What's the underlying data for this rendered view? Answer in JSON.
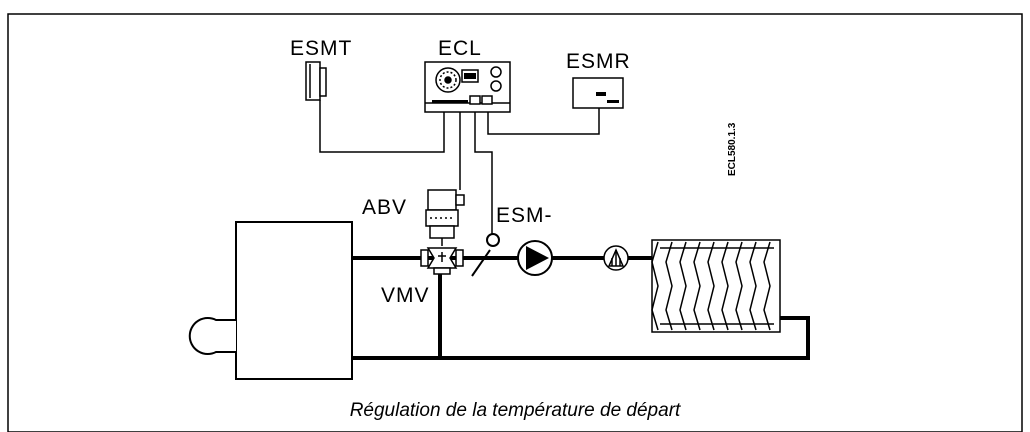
{
  "labels": {
    "esmt": "ESMT",
    "ecl": "ECL",
    "esmr": "ESMR",
    "abv": "ABV",
    "esm": "ESM-",
    "vmv": "VMV",
    "drawing_ref": "ECL580.1.3"
  },
  "caption": "Régulation de la température de départ",
  "colors": {
    "line": "#000000",
    "background": "#ffffff"
  }
}
